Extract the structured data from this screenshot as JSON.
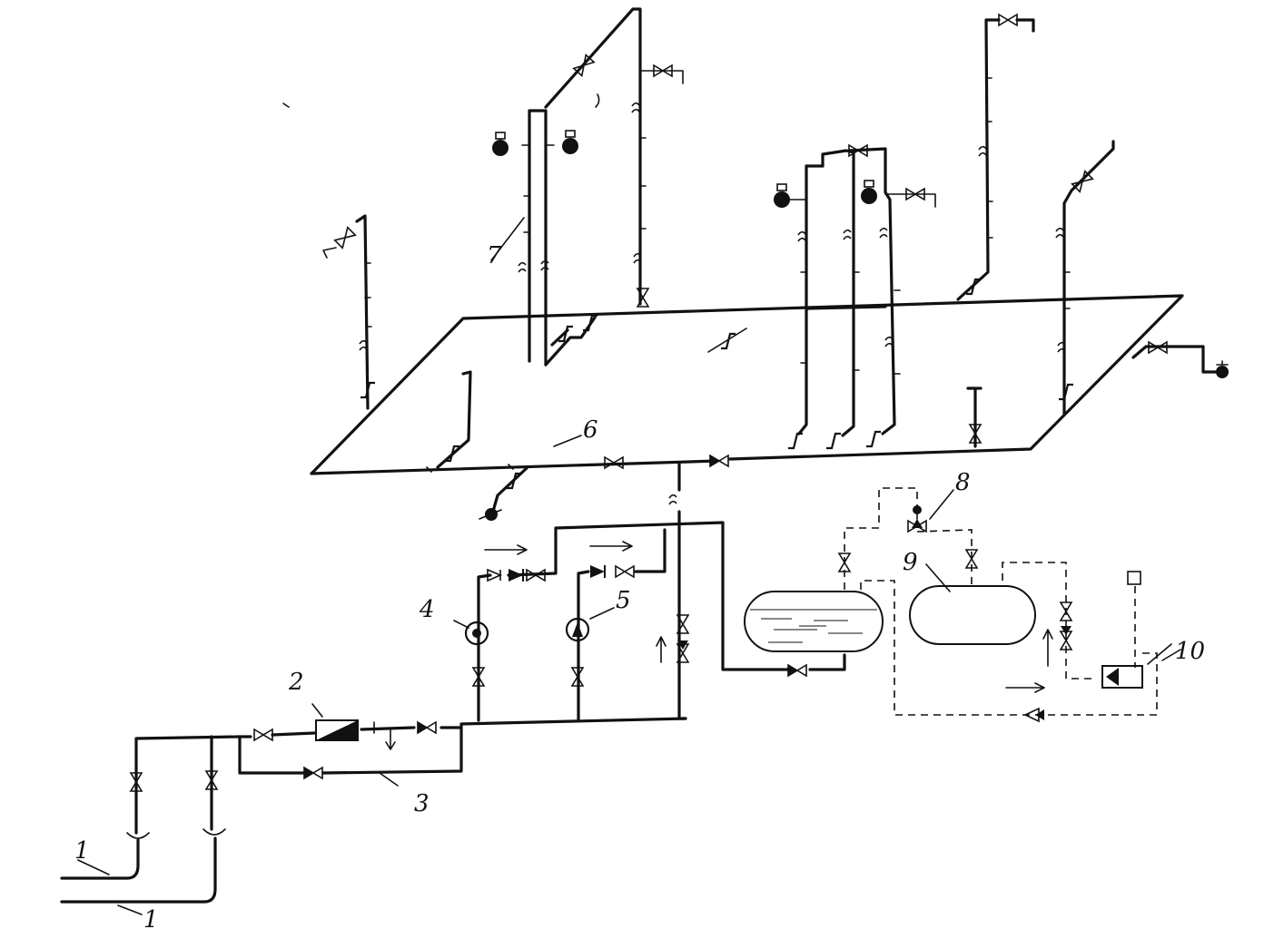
{
  "labels": {
    "l1a": "1",
    "l1b": "1",
    "l2": "2",
    "l3": "3",
    "l4": "4",
    "l5": "5",
    "l6": "6",
    "l7": "7",
    "l8": "8",
    "l9": "9",
    "l10": "10"
  },
  "colors": {
    "ink": "#111111",
    "paper": "#ffffff"
  },
  "icons": [
    "gate-valve-icon",
    "check-valve-icon",
    "pump-icon",
    "water-meter-icon",
    "pressure-regulator-icon",
    "storage-tank-icon",
    "air-tank-icon",
    "compressor-icon",
    "fire-hydrant-icon",
    "flow-arrow-icon"
  ]
}
